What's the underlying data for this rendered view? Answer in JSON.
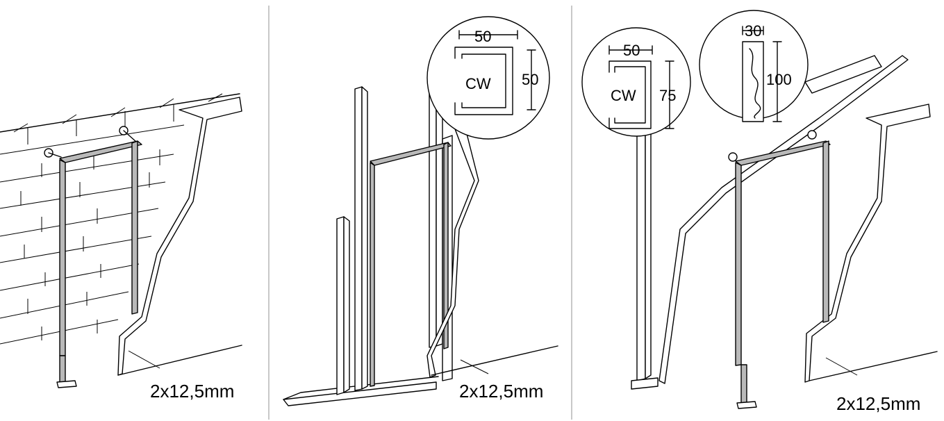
{
  "panels": [
    {
      "thickness_label": "2x12,5mm"
    },
    {
      "thickness_label": "2x12,5mm",
      "detail": {
        "profile": "CW",
        "width": "50",
        "height": "50"
      }
    },
    {
      "thickness_label": "2x12,5mm",
      "detail_a": {
        "profile": "CW",
        "width": "50",
        "height": "75"
      },
      "detail_b": {
        "width": "30",
        "height": "100"
      }
    }
  ],
  "colors": {
    "frame": "#b9b9b9",
    "line": "#000000",
    "divider": "#c8c8c8"
  }
}
